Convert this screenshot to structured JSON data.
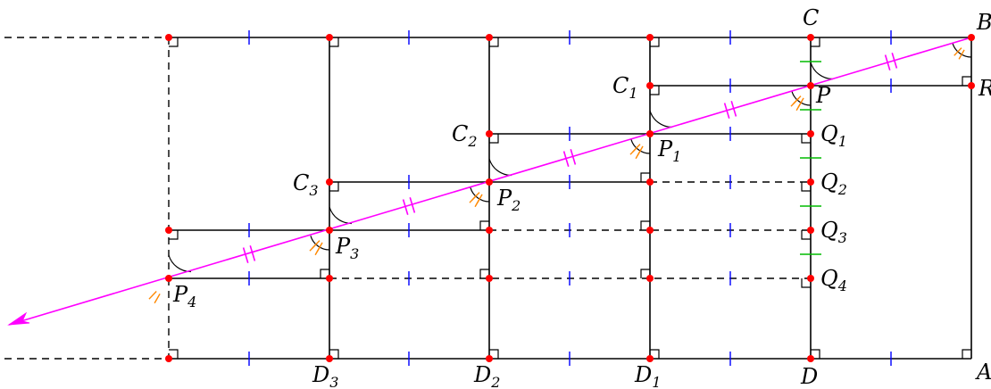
{
  "figure": {
    "points": [
      {
        "id": "B",
        "text": "B",
        "sub": ""
      },
      {
        "id": "C",
        "text": "C",
        "sub": ""
      },
      {
        "id": "R",
        "text": "R",
        "sub": ""
      },
      {
        "id": "A",
        "text": "A",
        "sub": ""
      },
      {
        "id": "D",
        "text": "D",
        "sub": ""
      },
      {
        "id": "P",
        "text": "P",
        "sub": ""
      },
      {
        "id": "C1",
        "text": "C",
        "sub": "1"
      },
      {
        "id": "C2",
        "text": "C",
        "sub": "2"
      },
      {
        "id": "C3",
        "text": "C",
        "sub": "3"
      },
      {
        "id": "D1",
        "text": "D",
        "sub": "1"
      },
      {
        "id": "D2",
        "text": "D",
        "sub": "2"
      },
      {
        "id": "D3",
        "text": "D",
        "sub": "3"
      },
      {
        "id": "P1",
        "text": "P",
        "sub": "1"
      },
      {
        "id": "P2",
        "text": "P",
        "sub": "2"
      },
      {
        "id": "P3",
        "text": "P",
        "sub": "3"
      },
      {
        "id": "P4",
        "text": "P",
        "sub": "4"
      },
      {
        "id": "Q1",
        "text": "Q",
        "sub": "1"
      },
      {
        "id": "Q2",
        "text": "Q",
        "sub": "2"
      },
      {
        "id": "Q3",
        "text": "Q",
        "sub": "3"
      },
      {
        "id": "Q4",
        "text": "Q",
        "sub": "4"
      }
    ],
    "colors": {
      "line": "#000000",
      "point": "#ff0000",
      "ray": "#ff00ff",
      "tick_blue": "#0000ff",
      "tick_green": "#00bb00",
      "angle_mark": "#ff8800"
    }
  }
}
